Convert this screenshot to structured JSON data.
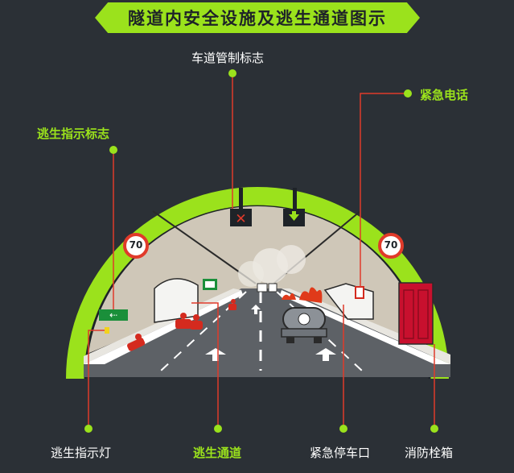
{
  "title": "隧道内安全设施及逃生通道图示",
  "labels": {
    "lane_control_sign": "车道管制标志",
    "emergency_phone": "紧急电话",
    "escape_sign": "逃生指示标志",
    "escape_light": "逃生指示灯",
    "escape_passage": "逃生通道",
    "emergency_stop": "紧急停车口",
    "fire_hydrant_box": "消防栓箱"
  },
  "speed_limit": "70",
  "escape_arrow_glyph": "⇠",
  "colors": {
    "accent": "#9be21c",
    "background": "#2b3036",
    "tunnel_wall": "#cfc7b8",
    "road": "#5d6166",
    "leader_line": "#e03a2a",
    "fire_box": "#c8102e"
  },
  "icons": [
    "lane-closed-x-icon",
    "lane-open-arrow-icon",
    "speed-limit-icon",
    "escape-exit-icon",
    "fire-icon",
    "phone-icon"
  ]
}
